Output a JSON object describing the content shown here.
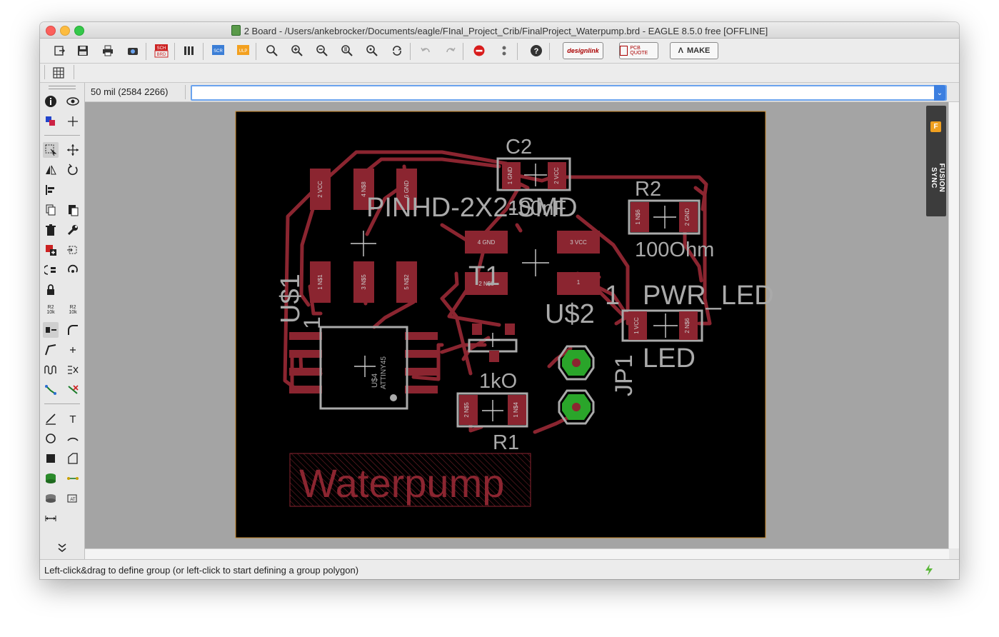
{
  "window": {
    "title": "2 Board - /Users/ankebrocker/Documents/eagle/FInal_Project_Crib/FinalProject_Waterpump.brd - EAGLE 8.5.0 free [OFFLINE]",
    "traffic_colors": [
      "#fc605c",
      "#fdbc40",
      "#34c84a"
    ]
  },
  "toolbar": {
    "icons": [
      "open-icon",
      "save-icon",
      "print-icon",
      "cam-icon",
      "sch-brd-icon",
      "library-icon",
      "script-icon",
      "ulp-icon",
      "zoom-fit-icon",
      "zoom-in-icon",
      "zoom-out-icon",
      "zoom-redraw-icon",
      "zoom-select-icon",
      "refresh-icon",
      "undo-icon",
      "redo-icon",
      "stop-icon",
      "go-icon",
      "help-icon"
    ],
    "sch_label": "SCH",
    "brd_label": "BRD",
    "scr_label": "SCR",
    "ulp_label": "ULP",
    "design_link": "designlink",
    "pcb_quote": "PCB QUOTE",
    "make_label": "MAKE"
  },
  "coord": {
    "text": "50 mil (2584 2266)"
  },
  "status": {
    "text": "Left-click&drag to define group (or left-click to start defining a group polygon)"
  },
  "fusion": {
    "label": "FUSION SYNC",
    "icon_letter": "F"
  },
  "side_labels": {
    "r2a": "R2",
    "r2b": "10k",
    "r2c": "R2",
    "r2d": "10k"
  },
  "board": {
    "colors": {
      "background": "#000000",
      "copper": "#8b2530",
      "silk": "#aaaaaa",
      "pad_green": "#2aa52a",
      "outline": "#c8892a"
    },
    "labels": {
      "c2": "C2",
      "pinhd": "PINHD-2X2-SMD",
      "overlap": "100nF",
      "r2": "R2",
      "ohm": "100Ohm",
      "t1": "T1",
      "usdollar2": "U$2",
      "one": "1",
      "pwr_led": "PWR_LED",
      "led": "LED",
      "us1": "U$1",
      "us1_one": "1",
      "jp1": "JP1",
      "kohm": "1kO",
      "r1": "R1",
      "waterpump": "Waterpump",
      "us4": "U$4",
      "attiny": "ATTINY45"
    },
    "pad_labels": {
      "p_vcc2": "2 VCC",
      "p_ns4": "4 N$8",
      "p_gnd6": "6 GND",
      "p_ns1": "1 N$1",
      "p_ns3": "3 N$5",
      "p_ns5": "5 N$2",
      "c2_gnd": "1 GND",
      "c2_vcc": "2 VCC",
      "u2_gnd": "4 GND",
      "u2_vcc": "3 VCC",
      "u2_ns8": "2 N$8",
      "u2_one": "1",
      "r2_ns6": "1 N$6",
      "r2_gnd": "2 GND",
      "led_vcc": "1 VCC",
      "led_ns6": "2 N$6",
      "r1_ns5": "2 N$5",
      "r1_ns4": "1 N$4"
    }
  }
}
